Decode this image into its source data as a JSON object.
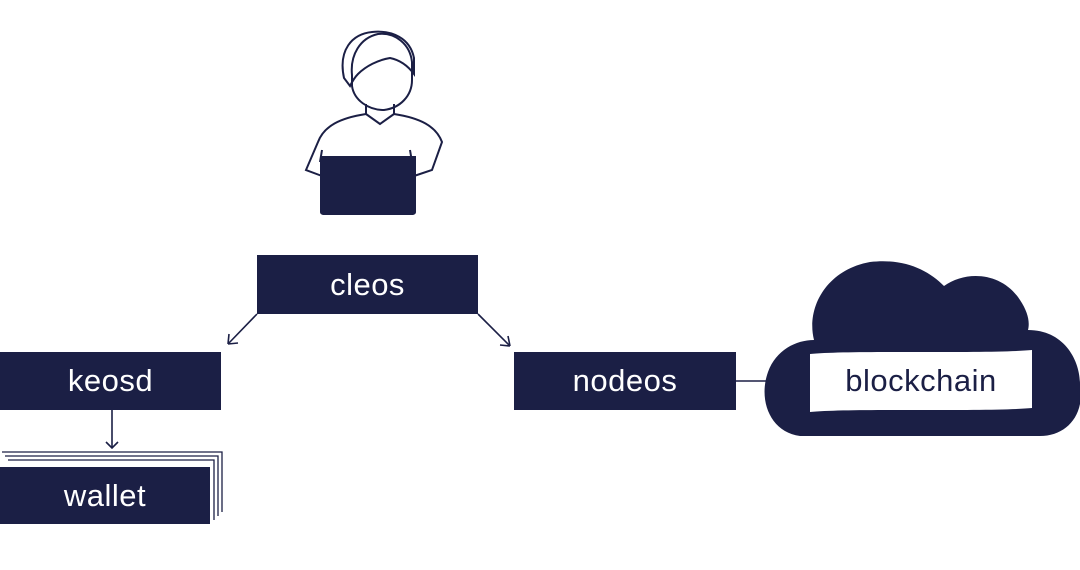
{
  "nodes": {
    "cleos": "cleos",
    "keosd": "keosd",
    "nodeos": "nodeos",
    "wallet": "wallet",
    "blockchain": "blockchain"
  },
  "colors": {
    "navy": "#1b1f45",
    "background": "#ffffff"
  },
  "icons": {
    "user": "person-with-laptop-icon",
    "cloud": "cloud-icon"
  }
}
